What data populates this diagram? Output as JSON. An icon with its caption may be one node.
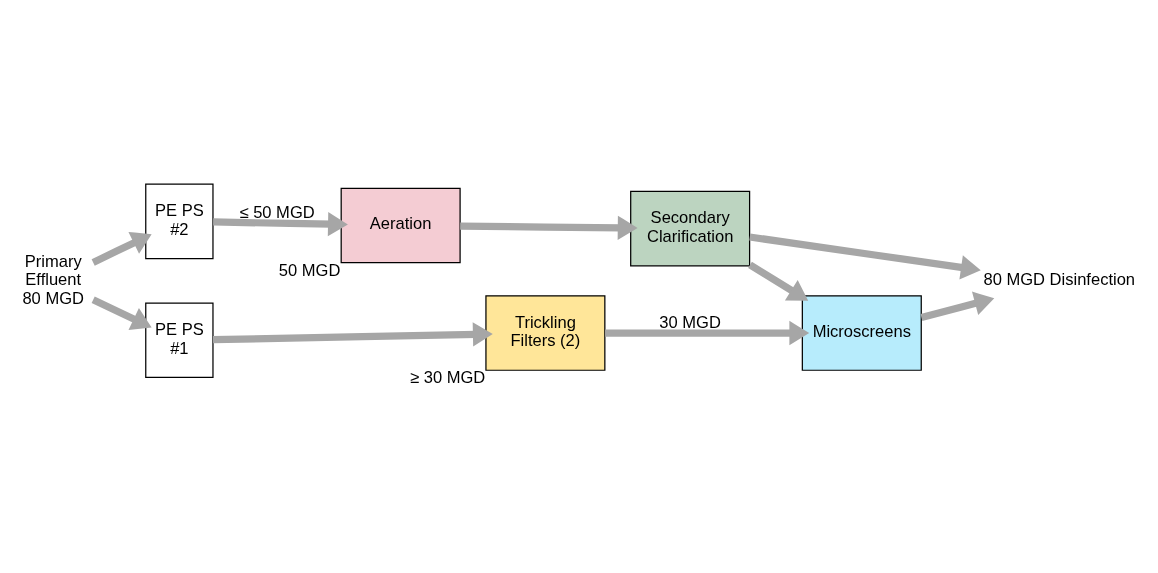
{
  "diagram": {
    "nodes": [
      {
        "text": [
          "Primary Effluent 80 MGD"
        ]
      },
      {
        "text": [
          "PE PS #2"
        ]
      },
      {
        "text": [
          "PE PS #1"
        ]
      },
      {
        "text": [
          "Trickling Filters (2)"
        ],
        "beside": [
          "≥ 30 MGD"
        ]
      },
      {
        "text": [
          "Aeration"
        ],
        "beside": [
          "50 MGD"
        ]
      },
      {
        "text": [
          "Secondary Clarification"
        ]
      },
      {
        "text": [
          "Microscreens"
        ]
      },
      {
        "text": [
          "80 MGD Disinfection"
        ]
      }
    ],
    "edges": [
      {
        "from": 0,
        "to": 1,
        "arrow": "to"
      },
      {
        "from": 0,
        "to": 2,
        "arrow": "to"
      },
      {
        "from": 1,
        "to": 4,
        "arrow": "to",
        "label": "≤ 50 MGD"
      },
      {
        "from": 2,
        "to": 3,
        "arrow": "to"
      },
      {
        "from": 3,
        "to": 6,
        "arrow": "to",
        "label": "30 MGD"
      },
      {
        "from": 4,
        "to": 5,
        "arrow": "to"
      },
      {
        "from": 5,
        "to": 6,
        "arrow": "to"
      },
      {
        "from": 5,
        "to": 7,
        "arrow": "to"
      },
      {
        "from": 6,
        "to": 7,
        "arrow": "to"
      }
    ]
  }
}
